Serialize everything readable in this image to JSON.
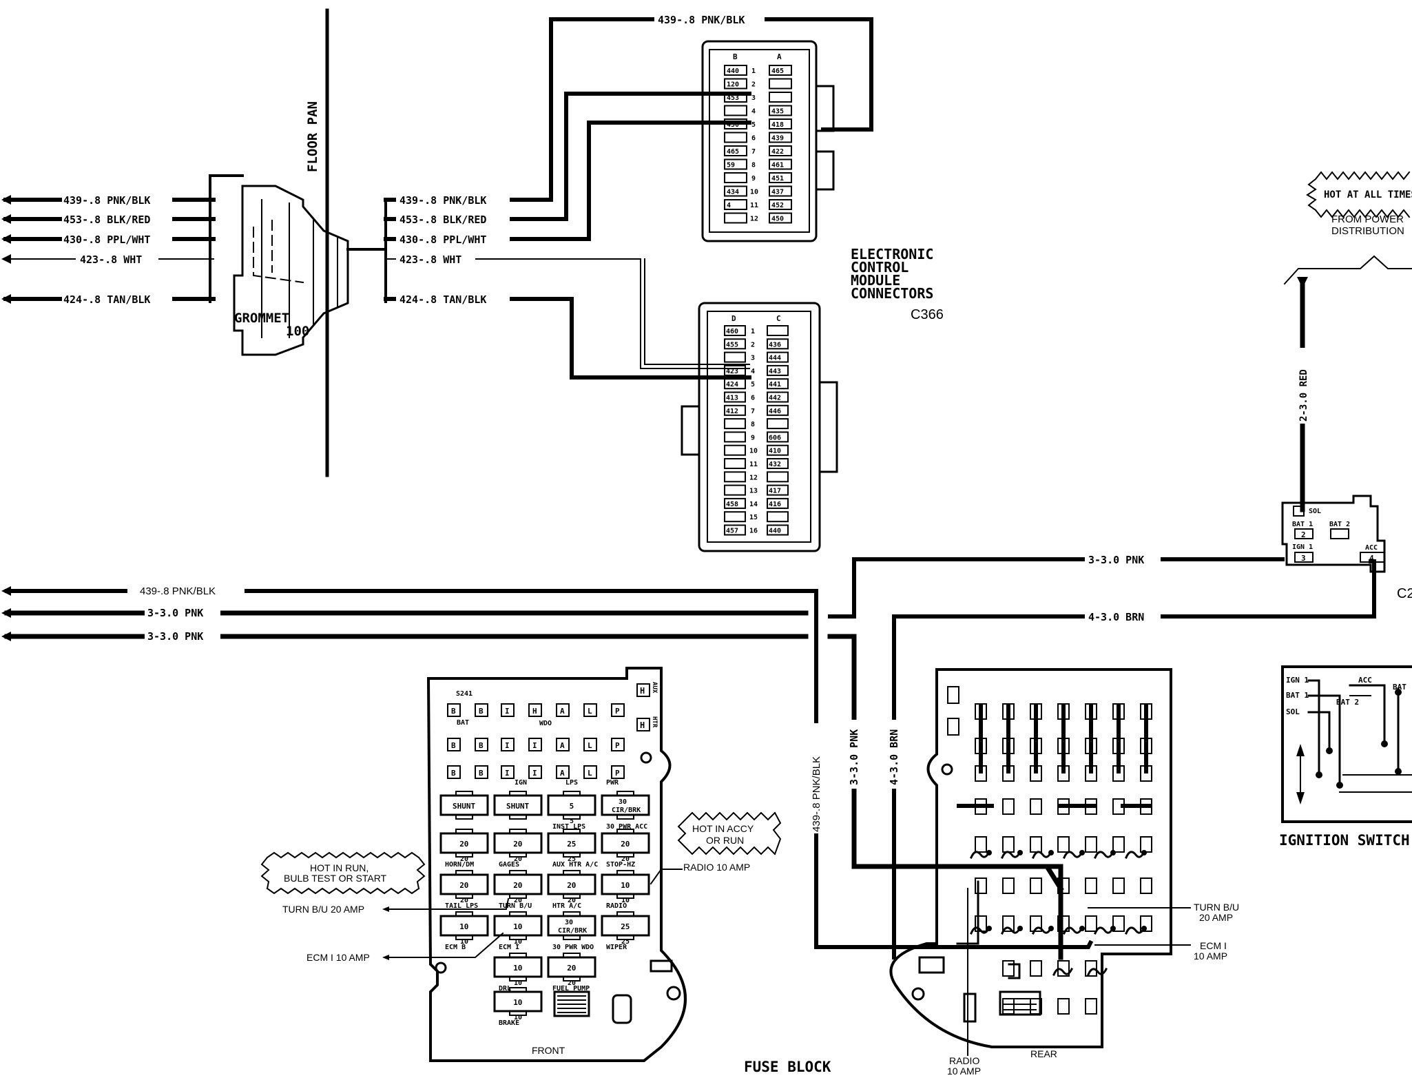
{
  "floor_pan": "FLOOR PAN",
  "grommet": {
    "label": "GROMMET",
    "number": "100"
  },
  "left_wires": [
    {
      "text": "439-.8 PNK/BLK"
    },
    {
      "text": "453-.8 BLK/RED"
    },
    {
      "text": "430-.8 PPL/WHT"
    },
    {
      "text": "423-.8 WHT"
    },
    {
      "text": "424-.8 TAN/BLK"
    }
  ],
  "right_wires": [
    {
      "text": "439-.8 PNK/BLK"
    },
    {
      "text": "453-.8 BLK/RED"
    },
    {
      "text": "430-.8 PPL/WHT"
    },
    {
      "text": "423-.8 WHT"
    },
    {
      "text": "424-.8 TAN/BLK"
    }
  ],
  "top_wire": "439-.8 PNK/BLK",
  "ecm": {
    "title": [
      "ELECTRONIC",
      "CONTROL",
      "MODULE",
      "CONNECTORS"
    ],
    "code": "C366",
    "upper": {
      "col_b": "B",
      "col_a": "A",
      "rows": [
        {
          "n": "1",
          "b": "440",
          "a": "465"
        },
        {
          "n": "2",
          "b": "120",
          "a": ""
        },
        {
          "n": "3",
          "b": "453",
          "a": ""
        },
        {
          "n": "4",
          "b": "",
          "a": "435"
        },
        {
          "n": "5",
          "b": "430",
          "a": "418"
        },
        {
          "n": "6",
          "b": "",
          "a": "439"
        },
        {
          "n": "7",
          "b": "465",
          "a": "422"
        },
        {
          "n": "8",
          "b": "59",
          "a": "461"
        },
        {
          "n": "9",
          "b": "",
          "a": "451"
        },
        {
          "n": "10",
          "b": "434",
          "a": "437"
        },
        {
          "n": "11",
          "b": "4",
          "a": "452"
        },
        {
          "n": "12",
          "b": "",
          "a": "450"
        }
      ]
    },
    "lower": {
      "col_d": "D",
      "col_c": "C",
      "rows": [
        {
          "n": "1",
          "d": "460",
          "c": ""
        },
        {
          "n": "2",
          "d": "455",
          "c": "436"
        },
        {
          "n": "3",
          "d": "",
          "c": "444"
        },
        {
          "n": "4",
          "d": "423",
          "c": "443"
        },
        {
          "n": "5",
          "d": "424",
          "c": "441"
        },
        {
          "n": "6",
          "d": "413",
          "c": "442"
        },
        {
          "n": "7",
          "d": "412",
          "c": "446"
        },
        {
          "n": "8",
          "d": "",
          "c": ""
        },
        {
          "n": "9",
          "d": "",
          "c": "606"
        },
        {
          "n": "10",
          "d": "",
          "c": "410"
        },
        {
          "n": "11",
          "d": "",
          "c": "432"
        },
        {
          "n": "12",
          "d": "",
          "c": ""
        },
        {
          "n": "13",
          "d": "",
          "c": "417"
        },
        {
          "n": "14",
          "d": "458",
          "c": "416"
        },
        {
          "n": "15",
          "d": "",
          "c": ""
        },
        {
          "n": "16",
          "d": "457",
          "c": "440"
        }
      ]
    }
  },
  "hot_at_all_times": "HOT AT ALL TIMES",
  "from_power": [
    "FROM POWER",
    "DISTRIBUTION"
  ],
  "red_wire": "2-3.0 RED",
  "switch_connector": {
    "sol": "SOL",
    "bat1": "BAT 1",
    "bat2": "BAT 2",
    "ign1": "IGN 1",
    "acc": "ACC",
    "pin_bat": "2",
    "pin_ign": "3",
    "pin_acc": "4",
    "code": "C2"
  },
  "mid_wires": {
    "pnk_long": "439-.8 PNK/BLK",
    "pnk_1": "3-3.0 PNK",
    "pnk_2": "3-3.0 PNK",
    "pnk_right": "3-3.0 PNK",
    "brn_right": "4-3.0 BRN",
    "vert_pnkblk": "439-.8 PNK/BLK",
    "vert_pnk": "3-3.0 PNK",
    "vert_brn": "4-3.0 BRN"
  },
  "ignition_switch": {
    "title": "IGNITION SWITCH",
    "ign1": "IGN 1",
    "bat1": "BAT 1",
    "sol": "SOL",
    "acc": "ACC",
    "bat2": "BAT 2",
    "bat": "BAT"
  },
  "front_block": {
    "label": "FRONT",
    "s241": "S241",
    "terms_row1": [
      "B",
      "B",
      "I",
      "H",
      "A",
      "L",
      "P"
    ],
    "terms_row2": [
      "B",
      "B",
      "I",
      "I",
      "A",
      "L",
      "P"
    ],
    "terms_row3": [
      "B",
      "B",
      "I",
      "I",
      "A",
      "L",
      "P"
    ],
    "bat": "BAT",
    "wdo": "WDO",
    "ign": "IGN",
    "lps": "LPS",
    "pwr": "PWR",
    "aux_h": "H",
    "aux_text": "AUX",
    "htr_h": "H",
    "htr_text": "HTR",
    "fuses": [
      {
        "val": "SHUNT",
        "sub": ""
      },
      {
        "val": "SHUNT",
        "sub": ""
      },
      {
        "val": "5",
        "sub": "INST LPS"
      },
      {
        "val": "30 CIR/BRK",
        "sub": "30 PWR ACC"
      },
      {
        "val": "20",
        "sub": "HORN/DM"
      },
      {
        "val": "20",
        "sub": "GAGES"
      },
      {
        "val": "25",
        "sub": "AUX HTR A/C"
      },
      {
        "val": "20",
        "sub": "STOP-HZ"
      },
      {
        "val": "20",
        "sub": "TAIL LPS"
      },
      {
        "val": "20",
        "sub": "TURN B/U"
      },
      {
        "val": "20",
        "sub": "HTR A/C"
      },
      {
        "val": "10",
        "sub": "RADIO"
      },
      {
        "val": "10",
        "sub": "ECM B"
      },
      {
        "val": "10",
        "sub": "ECM I"
      },
      {
        "val": "30 CIR/BRK",
        "sub": "30 PWR WDO"
      },
      {
        "val": "25",
        "sub": "WIPER"
      },
      {
        "val": "10",
        "sub": "DRL"
      },
      {
        "val": "20",
        "sub": "FUEL PUMP"
      },
      {
        "val": "10",
        "sub": "BRAKE"
      }
    ]
  },
  "rear_label": "REAR",
  "fuse_block_title": "FUSE BLOCK",
  "callouts": {
    "hot_run": [
      "HOT IN RUN,",
      "BULB TEST OR START"
    ],
    "hot_accy": [
      "HOT IN ACCY",
      "OR RUN"
    ],
    "radio10": "RADIO 10 AMP",
    "turnbu20": "TURN B/U 20 AMP",
    "ecmi10": "ECM I 10 AMP",
    "turnbu_r": [
      "TURN B/U",
      "20 AMP"
    ],
    "ecmi_r": [
      "ECM I",
      "10 AMP"
    ],
    "radio_r": [
      "RADIO",
      "10 AMP"
    ]
  }
}
